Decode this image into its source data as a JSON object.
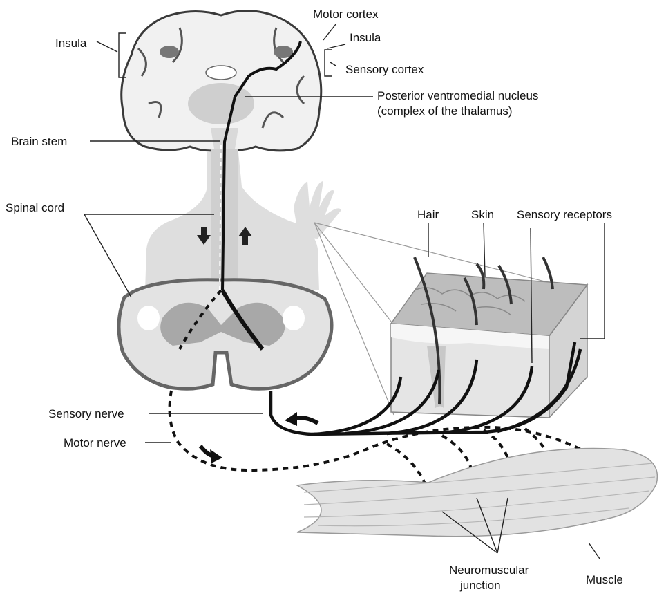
{
  "labels": {
    "insula_left": "Insula",
    "motor_cortex": "Motor cortex",
    "insula_right": "Insula",
    "sensory_cortex": "Sensory cortex",
    "posterior_nucleus_line1": "Posterior ventromedial nucleus",
    "posterior_nucleus_line2": "(complex of the thalamus)",
    "brain_stem": "Brain stem",
    "spinal_cord": "Spinal cord",
    "hair": "Hair",
    "skin": "Skin",
    "sensory_receptors": "Sensory receptors",
    "sensory_nerve": "Sensory nerve",
    "motor_nerve": "Motor nerve",
    "neuromuscular_line1": "Neuromuscular",
    "neuromuscular_line2": "junction",
    "muscle": "Muscle"
  },
  "colors": {
    "background": "#ffffff",
    "tissue_light": "#d2d2d2",
    "tissue_mid": "#a8a8a8",
    "nerve": "#111111",
    "text": "#111111"
  }
}
